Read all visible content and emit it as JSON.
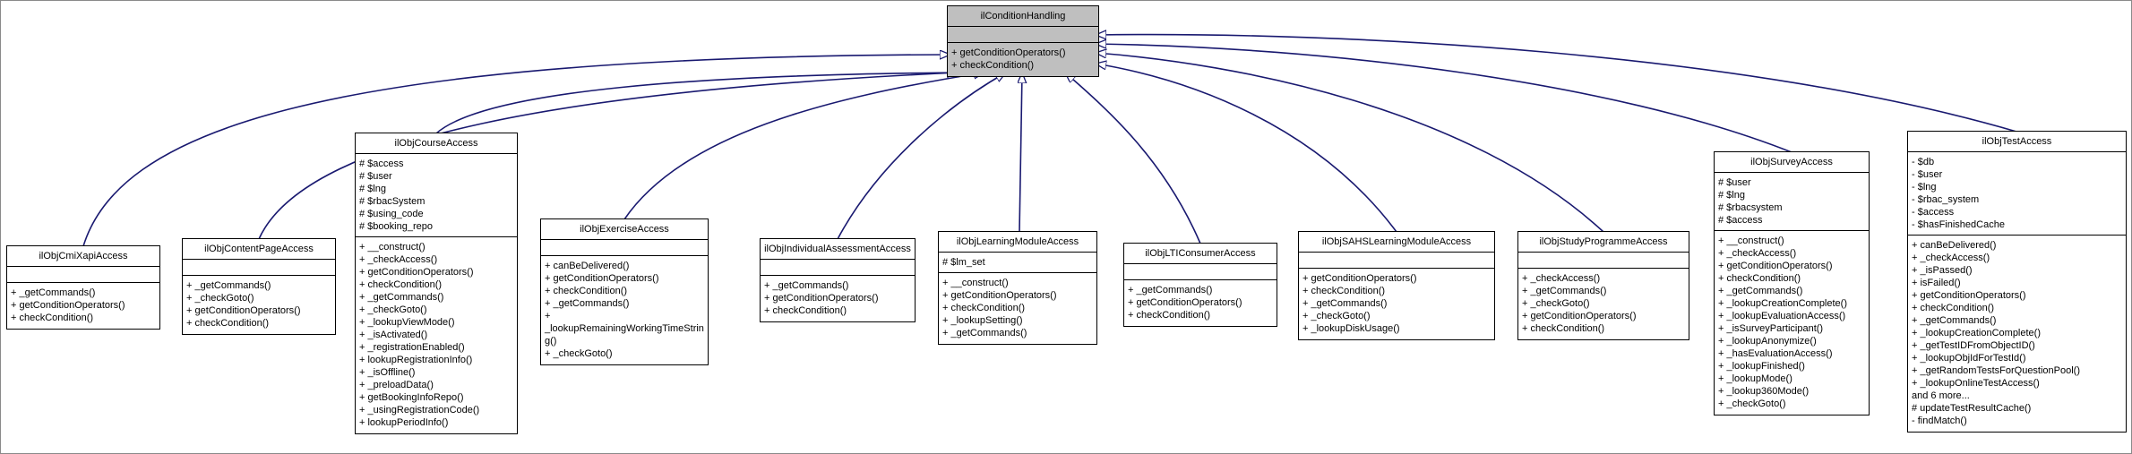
{
  "colors": {
    "edge": "#191970",
    "base_fill": "#bfbfbf",
    "box_fill": "#ffffff",
    "border": "#000000"
  },
  "base_class": {
    "name": "ilConditionHandling",
    "attributes": [],
    "methods": [
      "+ getConditionOperators()",
      "+ checkCondition()"
    ]
  },
  "classes": [
    {
      "name": "ilObjCmiXapiAccess",
      "attributes": [],
      "methods": [
        "+ _getCommands()",
        "+ getConditionOperators()",
        "+ checkCondition()"
      ]
    },
    {
      "name": "ilObjContentPageAccess",
      "attributes": [],
      "methods": [
        "+ _getCommands()",
        "+ _checkGoto()",
        "+ getConditionOperators()",
        "+ checkCondition()"
      ]
    },
    {
      "name": "ilObjCourseAccess",
      "attributes": [
        "# $access",
        "# $user",
        "# $lng",
        "# $rbacSystem",
        "# $using_code",
        "# $booking_repo"
      ],
      "methods": [
        "+ __construct()",
        "+ _checkAccess()",
        "+ getConditionOperators()",
        "+ checkCondition()",
        "+ _getCommands()",
        "+ _checkGoto()",
        "+ _lookupViewMode()",
        "+ _isActivated()",
        "+ _registrationEnabled()",
        "+ lookupRegistrationInfo()",
        "+ _isOffline()",
        "+ _preloadData()",
        "+ getBookingInfoRepo()",
        "+ _usingRegistrationCode()",
        "+ lookupPeriodInfo()"
      ]
    },
    {
      "name": "ilObjExerciseAccess",
      "attributes": [],
      "methods": [
        "+ canBeDelivered()",
        "+ getConditionOperators()",
        "+ checkCondition()",
        "+ _getCommands()",
        "+ _lookupRemainingWorkingTimeString()",
        "+ _checkGoto()"
      ]
    },
    {
      "name": "ilObjIndividualAssessmentAccess",
      "attributes": [],
      "methods": [
        "+ _getCommands()",
        "+ getConditionOperators()",
        "+ checkCondition()"
      ]
    },
    {
      "name": "ilObjLearningModuleAccess",
      "attributes": [
        "# $lm_set"
      ],
      "methods": [
        "+ __construct()",
        "+ getConditionOperators()",
        "+ checkCondition()",
        "+ _lookupSetting()",
        "+ _getCommands()"
      ]
    },
    {
      "name": "ilObjLTIConsumerAccess",
      "attributes": [],
      "methods": [
        "+ _getCommands()",
        "+ getConditionOperators()",
        "+ checkCondition()"
      ]
    },
    {
      "name": "ilObjSAHSLearningModuleAccess",
      "attributes": [],
      "methods": [
        "+ getConditionOperators()",
        "+ checkCondition()",
        "+ _getCommands()",
        "+ _checkGoto()",
        "+ _lookupDiskUsage()"
      ]
    },
    {
      "name": "ilObjStudyProgrammeAccess",
      "attributes": [],
      "methods": [
        "+ _checkAccess()",
        "+ _getCommands()",
        "+ _checkGoto()",
        "+ getConditionOperators()",
        "+ checkCondition()"
      ]
    },
    {
      "name": "ilObjSurveyAccess",
      "attributes": [
        "# $user",
        "# $lng",
        "# $rbacsystem",
        "# $access"
      ],
      "methods": [
        "+ __construct()",
        "+ _checkAccess()",
        "+ getConditionOperators()",
        "+ checkCondition()",
        "+ _getCommands()",
        "+ _lookupCreationComplete()",
        "+ _lookupEvaluationAccess()",
        "+ _isSurveyParticipant()",
        "+ _lookupAnonymize()",
        "+ _hasEvaluationAccess()",
        "+ _lookupFinished()",
        "+ _lookupMode()",
        "+ _lookup360Mode()",
        "+ _checkGoto()"
      ]
    },
    {
      "name": "ilObjTestAccess",
      "attributes": [
        "- $db",
        "- $user",
        "- $lng",
        "- $rbac_system",
        "- $access",
        "- $hasFinishedCache"
      ],
      "methods": [
        "+ canBeDelivered()",
        "+ _checkAccess()",
        "+ _isPassed()",
        "+ isFailed()",
        "+ getConditionOperators()",
        "+ checkCondition()",
        "+ _getCommands()",
        "+ _lookupCreationComplete()",
        "+ _getTestIDFromObjectID()",
        "+ _lookupObjIdForTestId()",
        "+ _getRandomTestsForQuestionPool()",
        "+ _lookupOnlineTestAccess()",
        "and 6 more...",
        "# updateTestResultCache()",
        "- findMatch()"
      ]
    }
  ]
}
